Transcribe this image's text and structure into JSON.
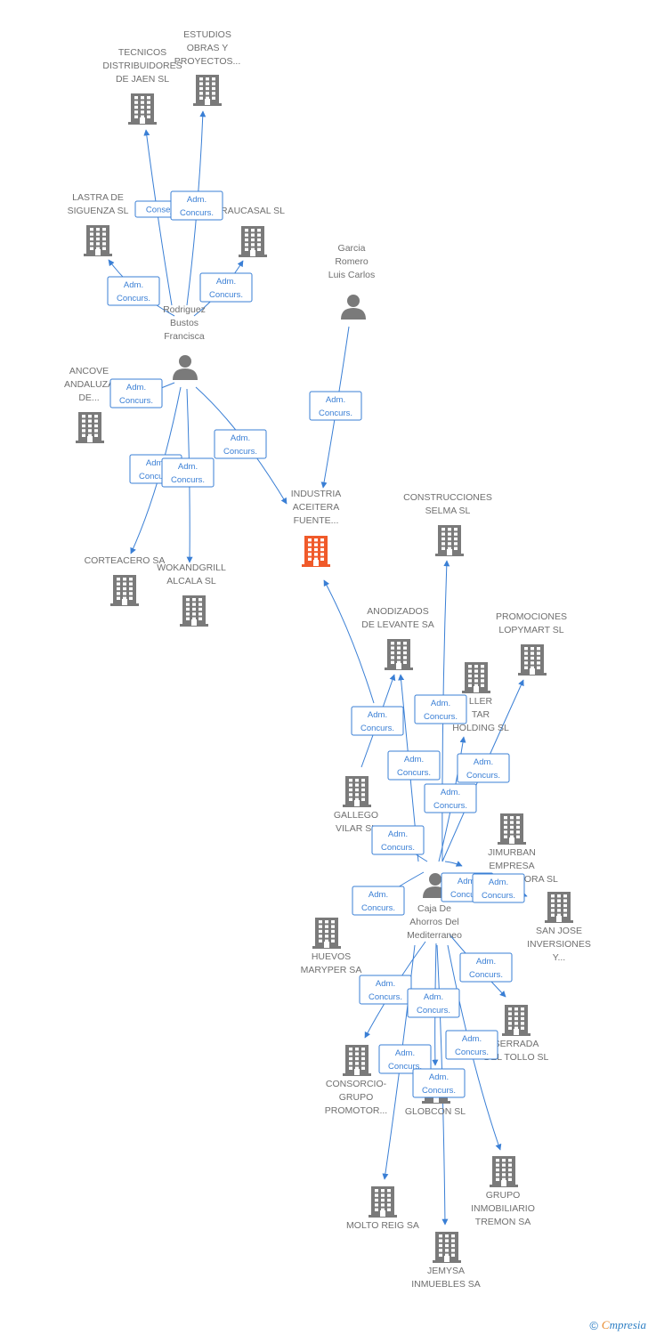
{
  "colors": {
    "edge": "#3a7fd5",
    "node": "#7a7a7a",
    "highlight": "#f05a2a",
    "label": "#6f6f6f"
  },
  "icons": {
    "company": "building-icon",
    "person": "person-icon"
  },
  "nodes": [
    {
      "id": "tecnicos",
      "type": "company",
      "lines": [
        "TECNICOS",
        "DISTRIBUIDORES",
        "DE JAEN SL"
      ]
    },
    {
      "id": "estudios",
      "type": "company",
      "lines": [
        "ESTUDIOS",
        "OBRAS Y",
        "PROYECTOS..."
      ]
    },
    {
      "id": "lastra",
      "type": "company",
      "lines": [
        "LASTRA DE",
        "SIGUENZA SL"
      ]
    },
    {
      "id": "raucasal",
      "type": "company",
      "lines": [
        "RAUCASAL SL"
      ]
    },
    {
      "id": "garcia",
      "type": "person",
      "lines": [
        "Garcia",
        "Romero",
        "Luis Carlos"
      ]
    },
    {
      "id": "rodriguez",
      "type": "person",
      "lines": [
        "Rodriguez",
        "Bustos",
        "Francisca"
      ]
    },
    {
      "id": "ancove",
      "type": "company",
      "lines": [
        "ANCOVE",
        "ANDALUZA",
        "DE..."
      ]
    },
    {
      "id": "industria",
      "type": "company",
      "highlight": true,
      "lines": [
        "INDUSTRIA",
        "ACEITERA",
        "FUENTE..."
      ]
    },
    {
      "id": "construcciones",
      "type": "company",
      "lines": [
        "CONSTRUCCIONES",
        "SELMA SL"
      ]
    },
    {
      "id": "corteacero",
      "type": "company",
      "lines": [
        "CORTEACERO SA"
      ]
    },
    {
      "id": "wokandgrill",
      "type": "company",
      "lines": [
        "WOKANDGRILL",
        "ALCALA SL"
      ]
    },
    {
      "id": "anodizados",
      "type": "company",
      "lines": [
        "ANODIZADOS",
        "DE LEVANTE SA"
      ]
    },
    {
      "id": "promociones",
      "type": "company",
      "lines": [
        "PROMOCIONES",
        "LOPYMART SL"
      ]
    },
    {
      "id": "taller",
      "type": "company",
      "lines": [
        "LLER",
        "TAR",
        "HOLDING SL"
      ]
    },
    {
      "id": "gallego",
      "type": "company",
      "lines": [
        "GALLEGO",
        "VILAR SL"
      ]
    },
    {
      "id": "jimurban",
      "type": "company",
      "lines": [
        "JIMURBAN",
        "EMPRESA",
        "CONSTRUCTORA SL"
      ]
    },
    {
      "id": "caja",
      "type": "person",
      "lines": [
        "Caja De",
        "Ahorros Del",
        "Mediterraneo"
      ]
    },
    {
      "id": "sanjose",
      "type": "company",
      "lines": [
        "SAN JOSE",
        "INVERSIONES",
        "Y..."
      ]
    },
    {
      "id": "huevos",
      "type": "company",
      "lines": [
        "HUEVOS",
        "MARYPER SA"
      ]
    },
    {
      "id": "serrada",
      "type": "company",
      "lines": [
        "SERRADA",
        "DEL TOLLO SL"
      ]
    },
    {
      "id": "consorcio",
      "type": "company",
      "lines": [
        "CONSORCIO-",
        "GRUPO",
        "PROMOTOR..."
      ]
    },
    {
      "id": "globcon",
      "type": "company",
      "lines": [
        "GLOBCON SL"
      ]
    },
    {
      "id": "grupo",
      "type": "company",
      "lines": [
        "GRUPO",
        "INMOBILIARIO",
        "TREMON SA"
      ]
    },
    {
      "id": "molto",
      "type": "company",
      "lines": [
        "MOLTO REIG SA"
      ]
    },
    {
      "id": "jemysa",
      "type": "company",
      "lines": [
        "JEMYSA",
        "INMUEBLES SA"
      ]
    }
  ],
  "edges": [
    {
      "from": "rodriguez",
      "to": "tecnicos",
      "label": [
        "Consej."
      ]
    },
    {
      "from": "rodriguez",
      "to": "estudios",
      "label": [
        "Adm.",
        "Concurs."
      ]
    },
    {
      "from": "rodriguez",
      "to": "lastra",
      "label": [
        "Adm.",
        "Concurs."
      ]
    },
    {
      "from": "rodriguez",
      "to": "raucasal",
      "label": [
        "Adm.",
        "Concurs."
      ]
    },
    {
      "from": "rodriguez",
      "to": "ancove",
      "label": [
        "Adm.",
        "Concurs."
      ]
    },
    {
      "from": "rodriguez",
      "to": "industria",
      "label": [
        "Adm.",
        "Concurs."
      ]
    },
    {
      "from": "rodriguez",
      "to": "corteacero",
      "label": [
        "Adm.",
        "Concurs."
      ]
    },
    {
      "from": "rodriguez",
      "to": "wokandgrill",
      "label": [
        "Adm.",
        "Concurs."
      ]
    },
    {
      "from": "garcia",
      "to": "industria",
      "label": [
        "Adm.",
        "Concurs."
      ]
    },
    {
      "from": "caja",
      "to": "industria",
      "label": [
        "Consej."
      ]
    },
    {
      "from": "caja",
      "to": "anodizados",
      "label": [
        "Adm.",
        "Concurs."
      ]
    },
    {
      "from": "caja",
      "to": "construcciones",
      "label": [
        "Adm.",
        "Concurs."
      ]
    },
    {
      "from": "caja",
      "to": "promociones",
      "label": [
        "Adm.",
        "Concurs."
      ]
    },
    {
      "from": "caja",
      "to": "taller",
      "label": [
        "Adm.",
        "Concurs."
      ]
    },
    {
      "from": "caja",
      "to": "gallego",
      "label": [
        "Adm.",
        "Concurs."
      ]
    },
    {
      "from": "caja",
      "to": "jimurban",
      "label": [
        "Adm.",
        "Concurs."
      ]
    },
    {
      "from": "caja",
      "to": "sanjose",
      "label": [
        "Adm.",
        "Concurs."
      ]
    },
    {
      "from": "caja",
      "to": "huevos",
      "label": [
        "Adm.",
        "Concurs."
      ]
    },
    {
      "from": "caja",
      "to": "serrada",
      "label": [
        "Adm.",
        "Concurs."
      ]
    },
    {
      "from": "caja",
      "to": "consorcio",
      "label": [
        "Adm.",
        "Concurs."
      ]
    },
    {
      "from": "caja",
      "to": "globcon",
      "label": [
        "Adm.",
        "Concurs."
      ]
    },
    {
      "from": "caja",
      "to": "grupo",
      "label": [
        "Adm.",
        "Concurs."
      ]
    },
    {
      "from": "caja",
      "to": "molto",
      "label": [
        "Adm.",
        "Concurs."
      ]
    },
    {
      "from": "caja",
      "to": "jemysa",
      "label": [
        "Adm.",
        "Concurs."
      ]
    },
    {
      "from": "caja",
      "to": "anodizados",
      "label": [
        "Adm.",
        "Concurs."
      ]
    }
  ],
  "footer": {
    "copyright": "©",
    "brand_first": "C",
    "brand_rest": "mpresia"
  }
}
